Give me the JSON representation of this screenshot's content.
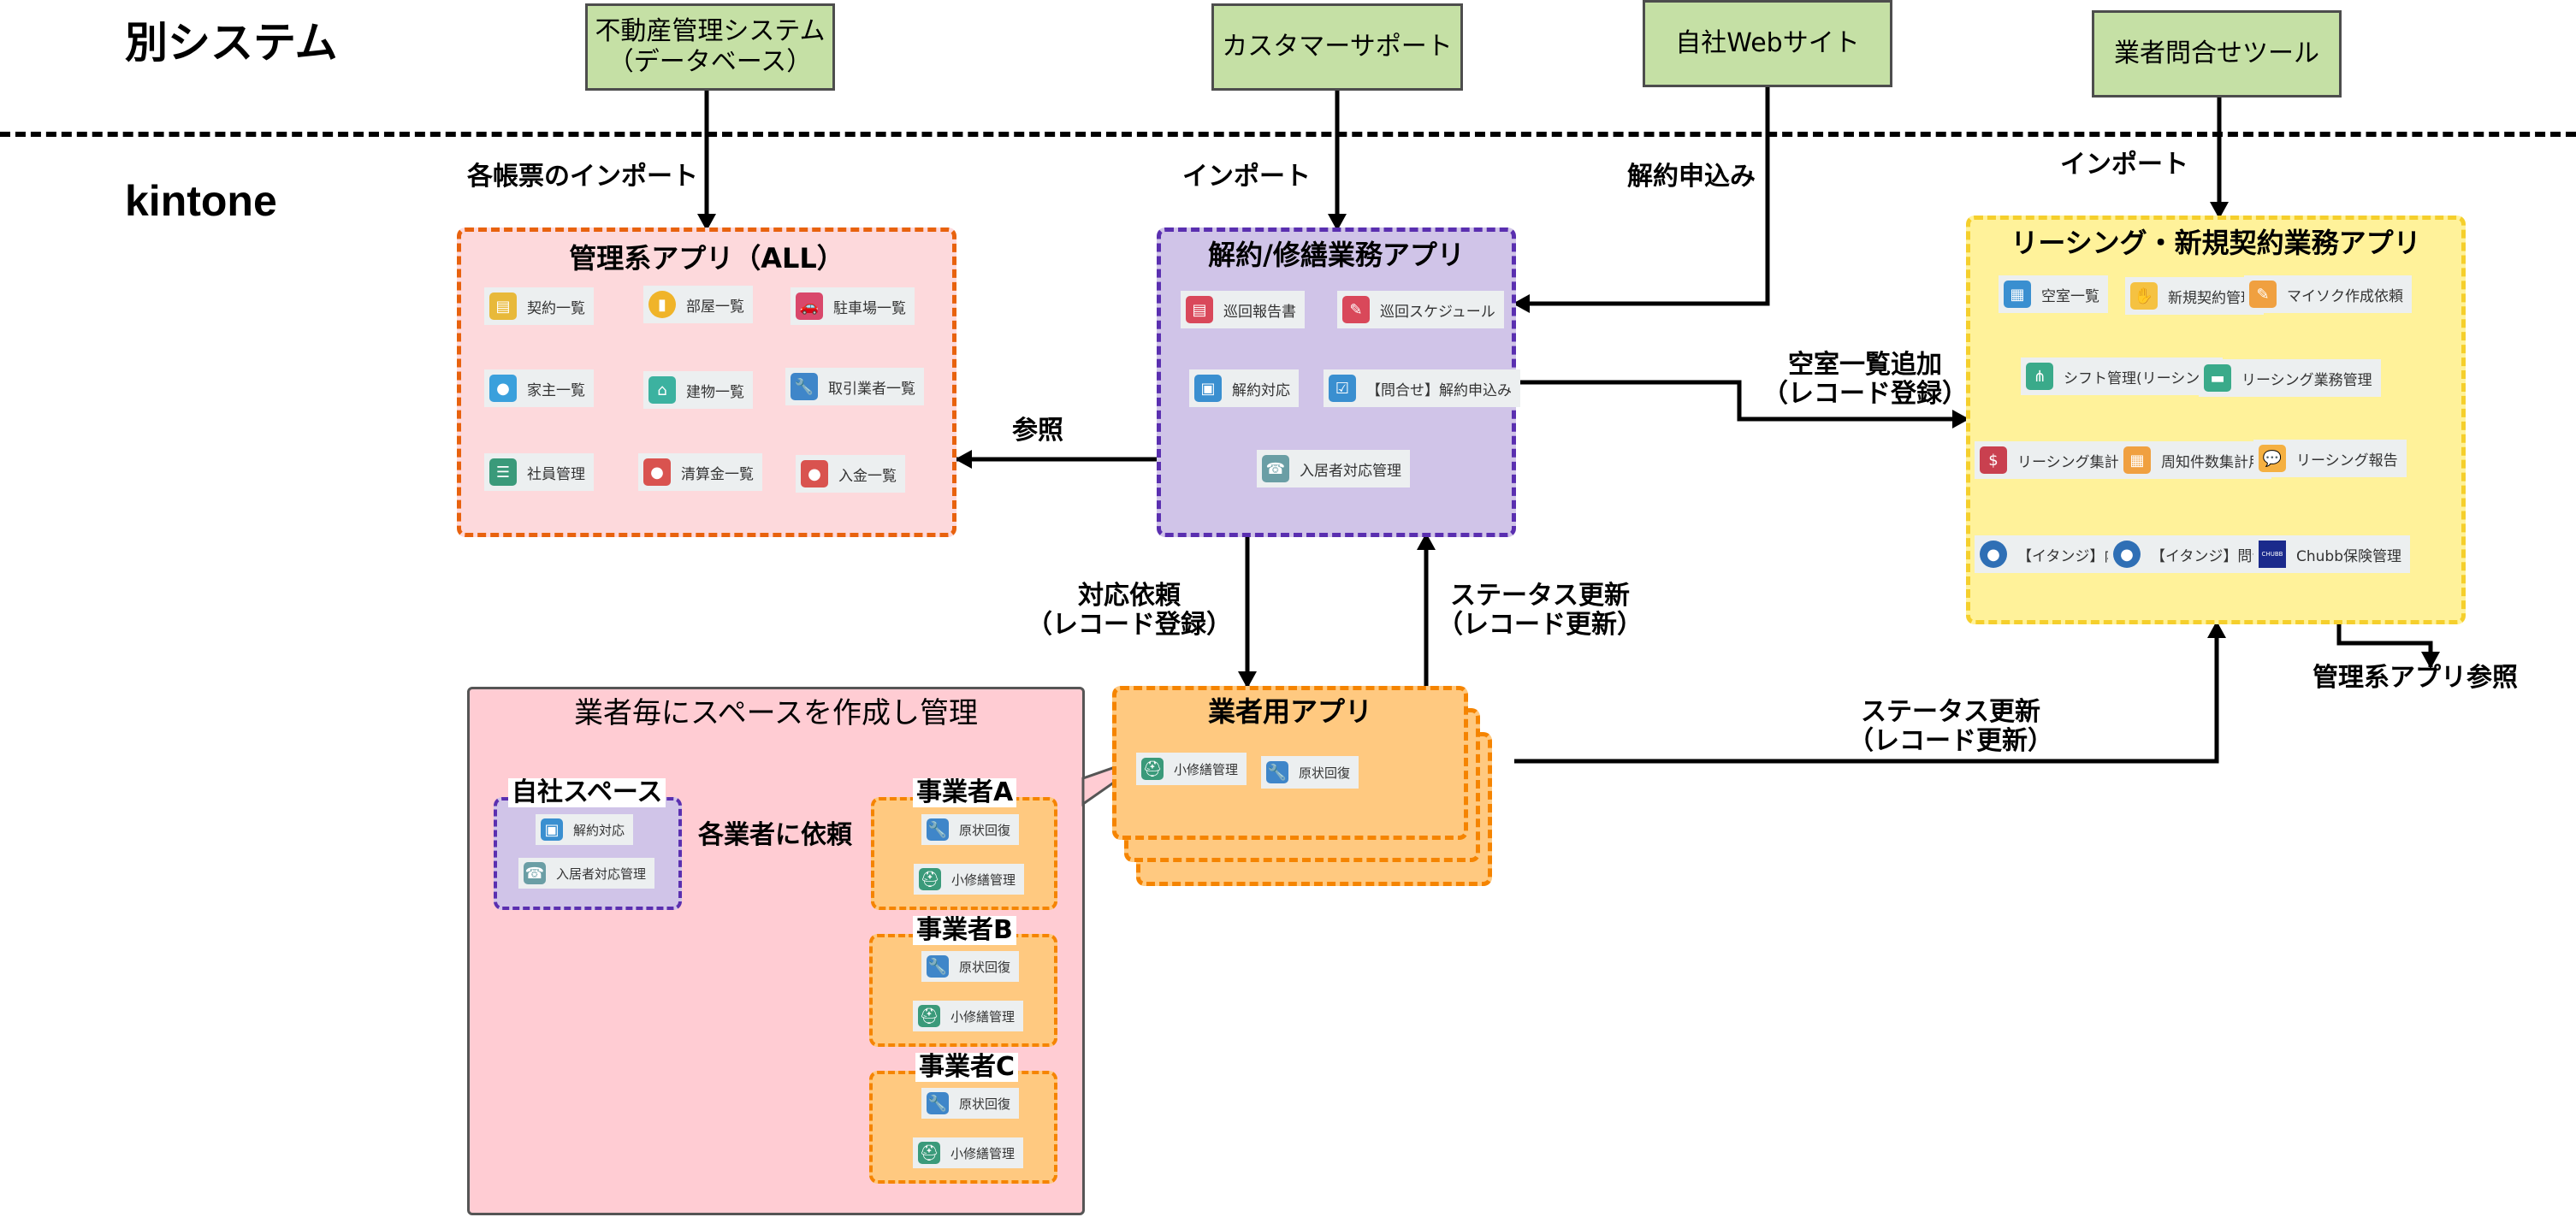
{
  "zones": {
    "external": "別システム",
    "kintone": "kintone"
  },
  "external_systems": [
    {
      "id": "realestate-db",
      "label": "不動産管理システム\n（データベース）"
    },
    {
      "id": "customer-support",
      "label": "カスタマーサポート"
    },
    {
      "id": "company-website",
      "label": "自社Webサイト"
    },
    {
      "id": "vendor-inquiry-tool",
      "label": "業者問合せツール"
    }
  ],
  "edge_labels": {
    "import_each_form": "各帳票のインポート",
    "import_support": "インポート",
    "cancel_application": "解約申込み",
    "import_vendor": "インポート",
    "reference": "参照",
    "vacancy_add": "空室一覧追加\n（レコード登録）",
    "request_support": "対応依頼\n（レコード登録）",
    "status_update_1": "ステータス更新\n（レコード更新）",
    "status_update_2": "ステータス更新\n（レコード更新）",
    "admin_reference": "管理系アプリ参照",
    "request_each_vendor": "各業者に依頼"
  },
  "groups": {
    "admin": {
      "title": "管理系アプリ（ALL）",
      "apps": [
        {
          "label": "契約一覧",
          "icon": "clipboard-icon",
          "color": "#e8b93a"
        },
        {
          "label": "部屋一覧",
          "icon": "door-icon",
          "color": "#f0b429"
        },
        {
          "label": "駐車場一覧",
          "icon": "car-icon",
          "color": "#d9486b"
        },
        {
          "label": "家主一覧",
          "icon": "person-search-icon",
          "color": "#3aa0dc"
        },
        {
          "label": "建物一覧",
          "icon": "house-icon",
          "color": "#3cb2a0"
        },
        {
          "label": "取引業者一覧",
          "icon": "wrench-icon",
          "color": "#3f86c9"
        },
        {
          "label": "社員管理",
          "icon": "id-card-icon",
          "color": "#3a9a7a"
        },
        {
          "label": "清算金一覧",
          "icon": "piggy-bank-icon",
          "color": "#d9534f"
        },
        {
          "label": "入金一覧",
          "icon": "piggy-bank-icon",
          "color": "#d9534f"
        }
      ]
    },
    "cancel_repair": {
      "title": "解約/修繕業務アプリ",
      "apps": [
        {
          "label": "巡回報告書",
          "icon": "report-icon",
          "color": "#d9485a"
        },
        {
          "label": "巡回スケジュール",
          "icon": "schedule-icon",
          "color": "#d9485a"
        },
        {
          "label": "解約対応",
          "icon": "box-icon",
          "color": "#3a8fd0"
        },
        {
          "label": "【問合せ】解約申込み",
          "icon": "checklist-icon",
          "color": "#3a8fd0"
        },
        {
          "label": "入居者対応管理",
          "icon": "phone-icon",
          "color": "#6a9ea5"
        }
      ]
    },
    "leasing": {
      "title": "リーシング・新規契約業務アプリ",
      "apps": [
        {
          "label": "空室一覧",
          "icon": "store-icon",
          "color": "#3a8fd0"
        },
        {
          "label": "新規契約管理",
          "icon": "handshake-icon",
          "color": "#f5c242"
        },
        {
          "label": "マイソク作成依頼",
          "icon": "document-pen-icon",
          "color": "#f0a040"
        },
        {
          "label": "シフト管理(リーシン…",
          "icon": "org-chart-icon",
          "color": "#3aaa8a"
        },
        {
          "label": "リーシング業務管理",
          "icon": "briefcase-icon",
          "color": "#3aaa8a"
        },
        {
          "label": "リーシング集計表",
          "icon": "chart-dollar-icon",
          "color": "#c9404f"
        },
        {
          "label": "周知件数集計用",
          "icon": "calculator-icon",
          "color": "#f0a040"
        },
        {
          "label": "リーシング報告",
          "icon": "chat-icon",
          "color": "#f5b041"
        },
        {
          "label": "【イタンジ】内見",
          "icon": "polar-bear-icon",
          "color": "#2f6fb5"
        },
        {
          "label": "【イタンジ】問合せ",
          "icon": "polar-bear-icon",
          "color": "#2f6fb5"
        },
        {
          "label": "Chubb保険管理",
          "icon": "chubb-logo-icon",
          "color": "#1b2a8c"
        }
      ]
    },
    "vendor": {
      "title": "業者用アプリ",
      "apps": [
        {
          "label": "小修繕管理",
          "icon": "helmet-icon",
          "color": "#3a9a7a"
        },
        {
          "label": "原状回復",
          "icon": "wrench-icon",
          "color": "#3f86c9"
        }
      ]
    }
  },
  "space_panel": {
    "title": "業者毎にスペースを作成し管理",
    "own_space": {
      "title": "自社スペース",
      "apps": [
        {
          "label": "解約対応",
          "icon": "box-icon",
          "color": "#3a8fd0"
        },
        {
          "label": "入居者対応管理",
          "icon": "phone-icon",
          "color": "#6a9ea5"
        }
      ]
    },
    "vendors": [
      {
        "title": "事業者A",
        "apps": [
          {
            "label": "原状回復",
            "icon": "wrench-icon",
            "color": "#3f86c9"
          },
          {
            "label": "小修繕管理",
            "icon": "helmet-icon",
            "color": "#3a9a7a"
          }
        ]
      },
      {
        "title": "事業者B",
        "apps": [
          {
            "label": "原状回復",
            "icon": "wrench-icon",
            "color": "#3f86c9"
          },
          {
            "label": "小修繕管理",
            "icon": "helmet-icon",
            "color": "#3a9a7a"
          }
        ]
      },
      {
        "title": "事業者C",
        "apps": [
          {
            "label": "原状回復",
            "icon": "wrench-icon",
            "color": "#3f86c9"
          },
          {
            "label": "小修繕管理",
            "icon": "helmet-icon",
            "color": "#3a9a7a"
          }
        ]
      }
    ]
  },
  "colors": {
    "external_fill": "#c5e0a5",
    "admin_fill": "#fdd9dc",
    "admin_border": "#e8620e",
    "cancel_fill": "#d0c4e8",
    "cancel_border": "#5a2fb0",
    "leasing_fill": "#fff29a",
    "leasing_border": "#f5cf2c",
    "vendor_fill": "#ffc980",
    "vendor_border": "#f58400",
    "space_fill": "#ffccd3"
  }
}
